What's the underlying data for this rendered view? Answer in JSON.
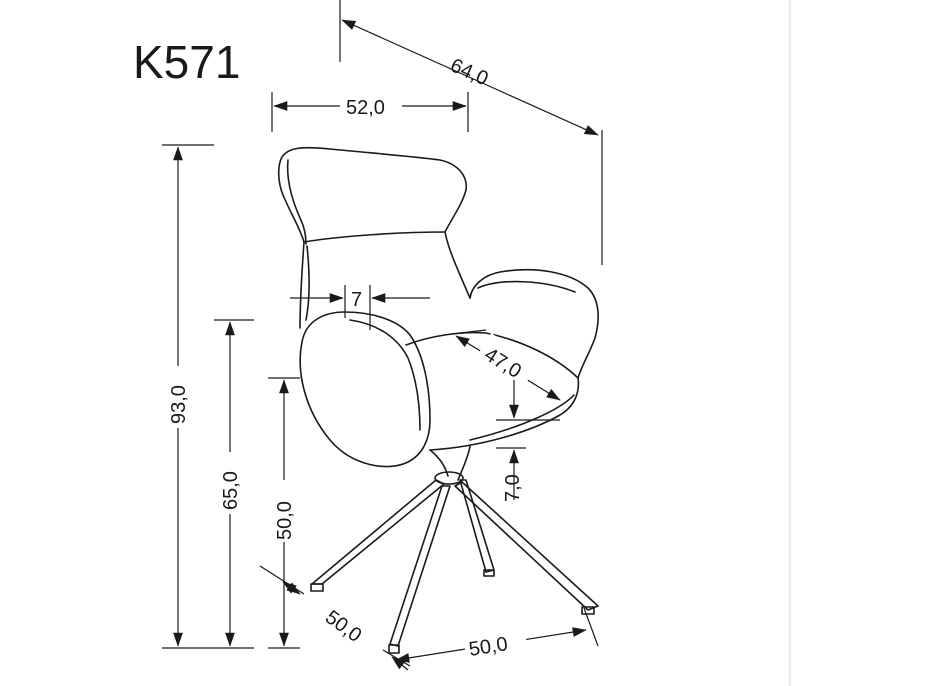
{
  "model": "K571",
  "dimensions": {
    "depth_overall": "64,0",
    "width": "52,0",
    "armrest_thickness": "7",
    "seat_depth": "47,0",
    "seat_thickness": "7,0",
    "height_total": "93,0",
    "armrest_height": "65,0",
    "seat_height": "50,0",
    "base_depth": "50,0",
    "base_width": "50,0"
  }
}
